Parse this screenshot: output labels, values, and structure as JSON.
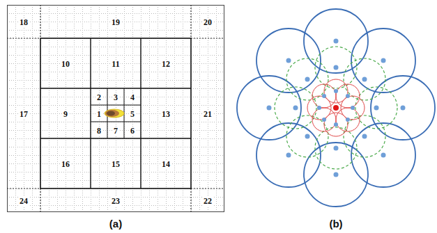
{
  "diagram": {
    "labels": [
      "1",
      "2",
      "3",
      "4",
      "5",
      "6",
      "7",
      "8",
      "9",
      "10",
      "11",
      "12",
      "13",
      "14",
      "15",
      "16",
      "17",
      "18",
      "19",
      "20",
      "21",
      "22",
      "23",
      "24",
      "(a)",
      "(b)"
    ]
  }
}
